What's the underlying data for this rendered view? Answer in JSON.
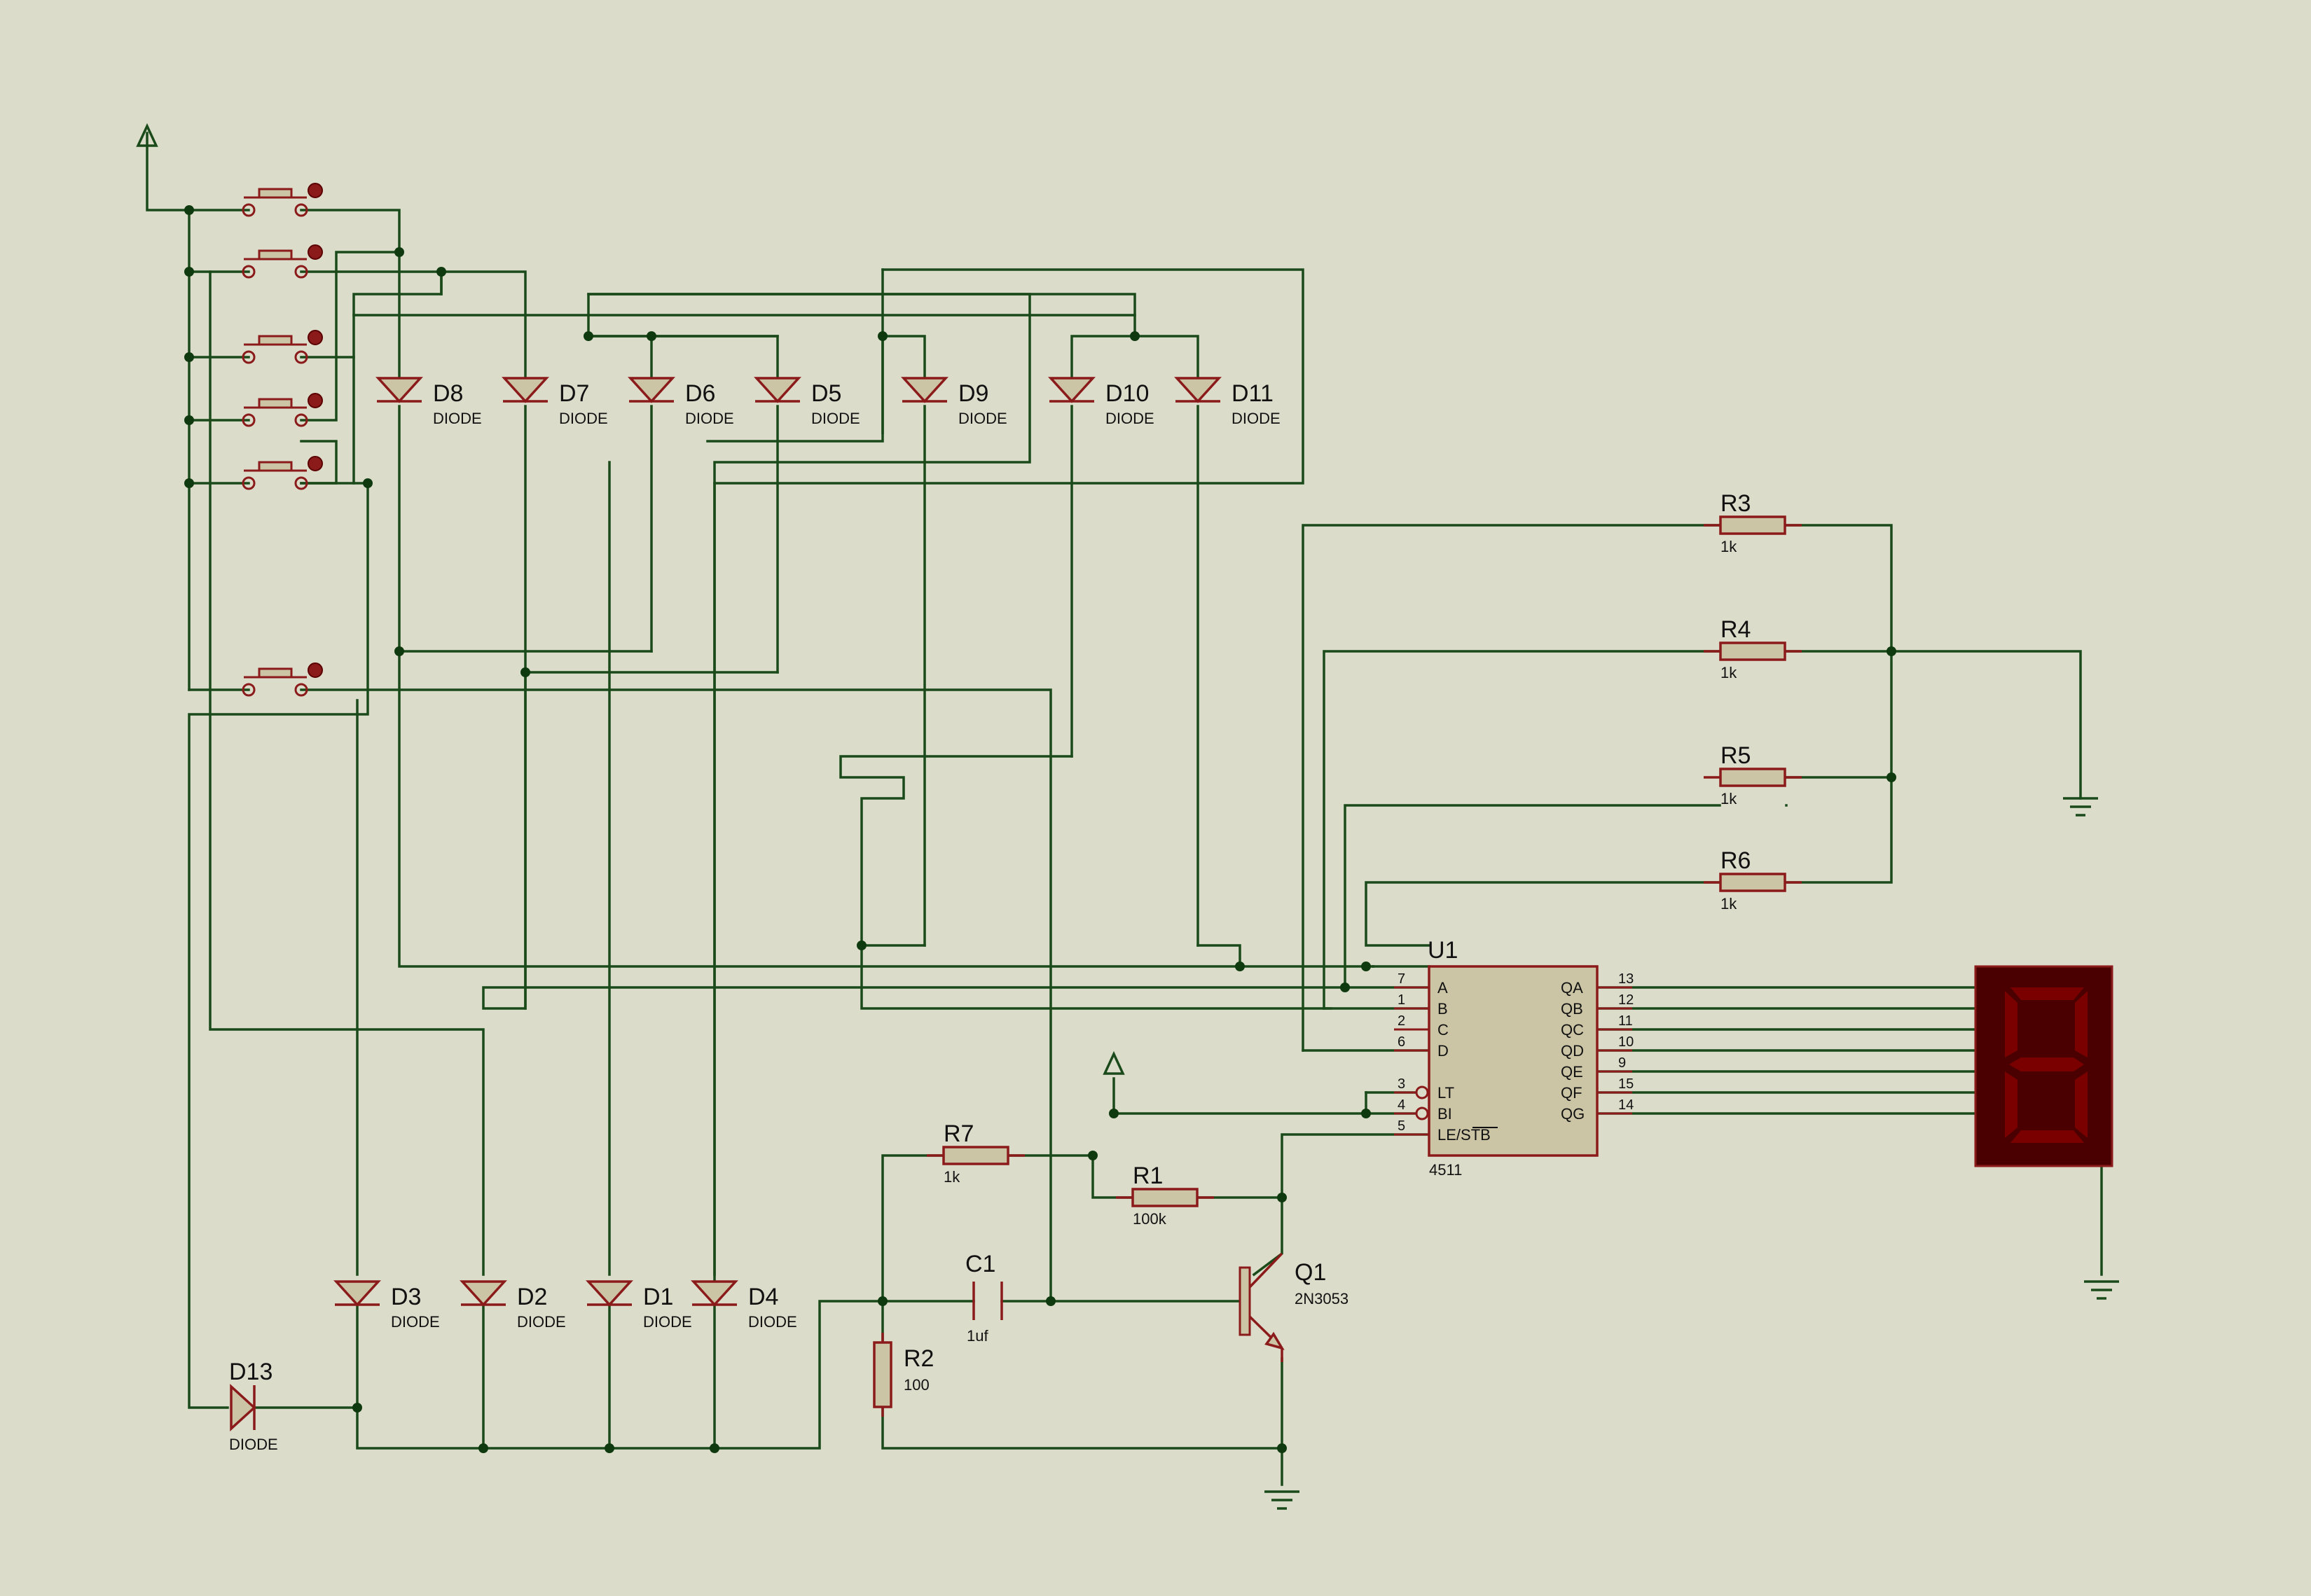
{
  "colors": {
    "background": "#dcdccb",
    "wire": "#1a4a1a",
    "component_outline": "#8b1a1a",
    "component_fill": "#cbc5a6",
    "display_body": "#4a0000",
    "display_segment": "#7a0000"
  },
  "diodes": [
    {
      "ref": "D8",
      "value": "DIODE"
    },
    {
      "ref": "D7",
      "value": "DIODE"
    },
    {
      "ref": "D6",
      "value": "DIODE"
    },
    {
      "ref": "D5",
      "value": "DIODE"
    },
    {
      "ref": "D9",
      "value": "DIODE"
    },
    {
      "ref": "D10",
      "value": "DIODE"
    },
    {
      "ref": "D11",
      "value": "DIODE"
    },
    {
      "ref": "D3",
      "value": "DIODE"
    },
    {
      "ref": "D2",
      "value": "DIODE"
    },
    {
      "ref": "D1",
      "value": "DIODE"
    },
    {
      "ref": "D4",
      "value": "DIODE"
    },
    {
      "ref": "D13",
      "value": "DIODE"
    }
  ],
  "resistors": [
    {
      "ref": "R3",
      "value": "1k"
    },
    {
      "ref": "R4",
      "value": "1k"
    },
    {
      "ref": "R5",
      "value": "1k"
    },
    {
      "ref": "R6",
      "value": "1k"
    },
    {
      "ref": "R7",
      "value": "1k"
    },
    {
      "ref": "R1",
      "value": "100k"
    },
    {
      "ref": "R2",
      "value": "100"
    }
  ],
  "capacitor": {
    "ref": "C1",
    "value": "1uf"
  },
  "transistor": {
    "ref": "Q1",
    "value": "2N3053"
  },
  "ic": {
    "ref": "U1",
    "part": "4511",
    "left_pins": [
      {
        "num": "7",
        "name": "A"
      },
      {
        "num": "1",
        "name": "B"
      },
      {
        "num": "2",
        "name": "C"
      },
      {
        "num": "6",
        "name": "D"
      },
      {
        "num": "3",
        "name": "LT"
      },
      {
        "num": "4",
        "name": "BI"
      },
      {
        "num": "5",
        "name": "LE/STB"
      }
    ],
    "right_pins": [
      {
        "num": "13",
        "name": "QA"
      },
      {
        "num": "12",
        "name": "QB"
      },
      {
        "num": "11",
        "name": "QC"
      },
      {
        "num": "10",
        "name": "QD"
      },
      {
        "num": "9",
        "name": "QE"
      },
      {
        "num": "15",
        "name": "QF"
      },
      {
        "num": "14",
        "name": "QG"
      }
    ]
  },
  "push_buttons": 6,
  "display": {
    "digit": "8"
  }
}
